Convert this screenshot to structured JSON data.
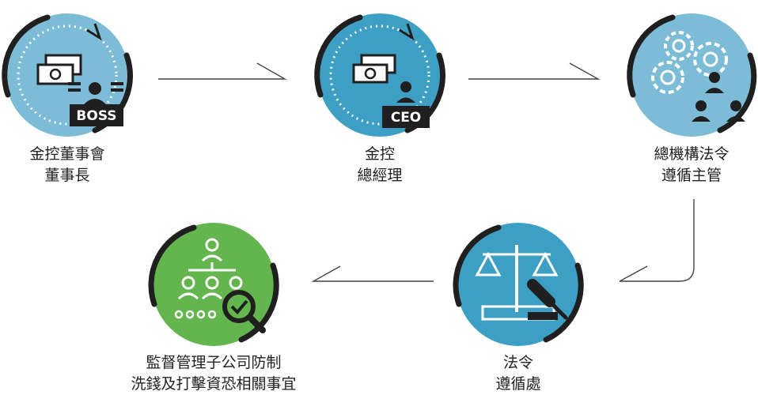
{
  "nodes": [
    {
      "id": "board-chairman",
      "badge": "BOSS",
      "line1": "金控董事會",
      "line2": "董事長"
    },
    {
      "id": "ceo",
      "badge": "CEO",
      "line1": "金控",
      "line2": "總經理"
    },
    {
      "id": "compliance-head",
      "badge": "",
      "line1": "總機構法令",
      "line2": "遵循主管"
    },
    {
      "id": "compliance-dept",
      "badge": "",
      "line1": "法令",
      "line2": "遵循處"
    },
    {
      "id": "subsidiary-supervision",
      "badge": "",
      "line1": "監督管理子公司防制",
      "line2": "洗錢及打擊資恐相關事宜"
    }
  ],
  "colors": {
    "light_blue": "#7cbcd6",
    "mid_blue": "#3d9fc4",
    "green": "#63b54d",
    "dark": "#1f1f1f",
    "line": "#444444"
  },
  "icons": [
    "money-boss-icon",
    "money-ceo-icon",
    "gears-team-icon",
    "scales-gavel-icon",
    "org-chart-magnifier-icon"
  ]
}
